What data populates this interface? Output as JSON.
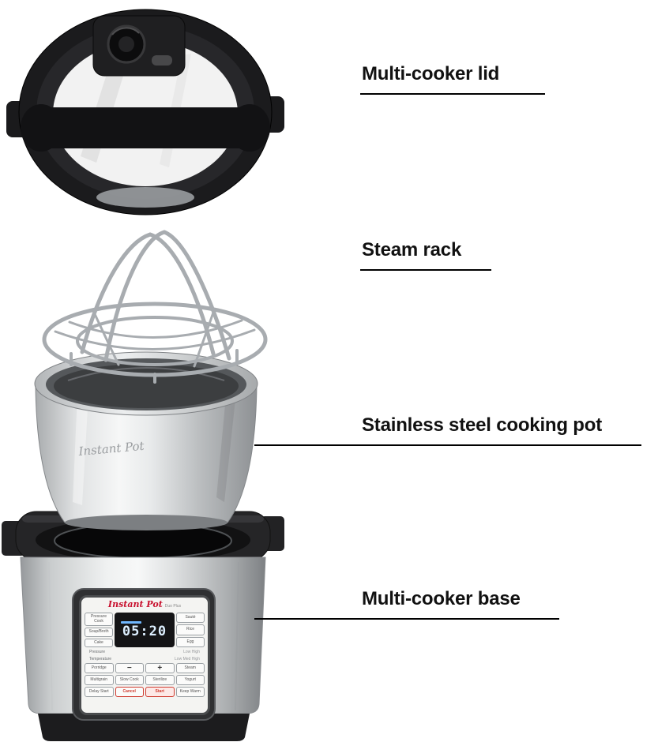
{
  "labels": [
    {
      "text": "Multi-cooker lid"
    },
    {
      "text": "Steam rack"
    },
    {
      "text": "Stainless steel cooking pot"
    },
    {
      "text": "Multi-cooker base"
    }
  ],
  "pot": {
    "brand_script": "Instant Pot"
  },
  "panel": {
    "brand_script": "Instant Pot",
    "model": "Duo Plus",
    "display_time": "05:20",
    "left_buttons": [
      "Pressure Cook",
      "Soup/Broth",
      "Cake"
    ],
    "right_buttons": [
      "Sauté",
      "Rice",
      "Egg"
    ],
    "indicator_rows": [
      {
        "label": "Pressure",
        "levels": "Low  High"
      },
      {
        "label": "Temperature",
        "levels": "Low  Med  High"
      }
    ],
    "minus_label": "−",
    "plus_label": "+",
    "mid_buttons": [
      "Porridge",
      "Steam"
    ],
    "grid_buttons": [
      "Multigrain",
      "Slow Cook",
      "Sterilize",
      "Yogurt"
    ],
    "bottom_buttons": [
      "Delay Start",
      "Cancel",
      "Start",
      "Keep Warm"
    ]
  },
  "colors": {
    "label_text": "#111111",
    "leader_line": "#000000",
    "brand_red": "#c8102e",
    "display_digits": "#ddefff"
  }
}
